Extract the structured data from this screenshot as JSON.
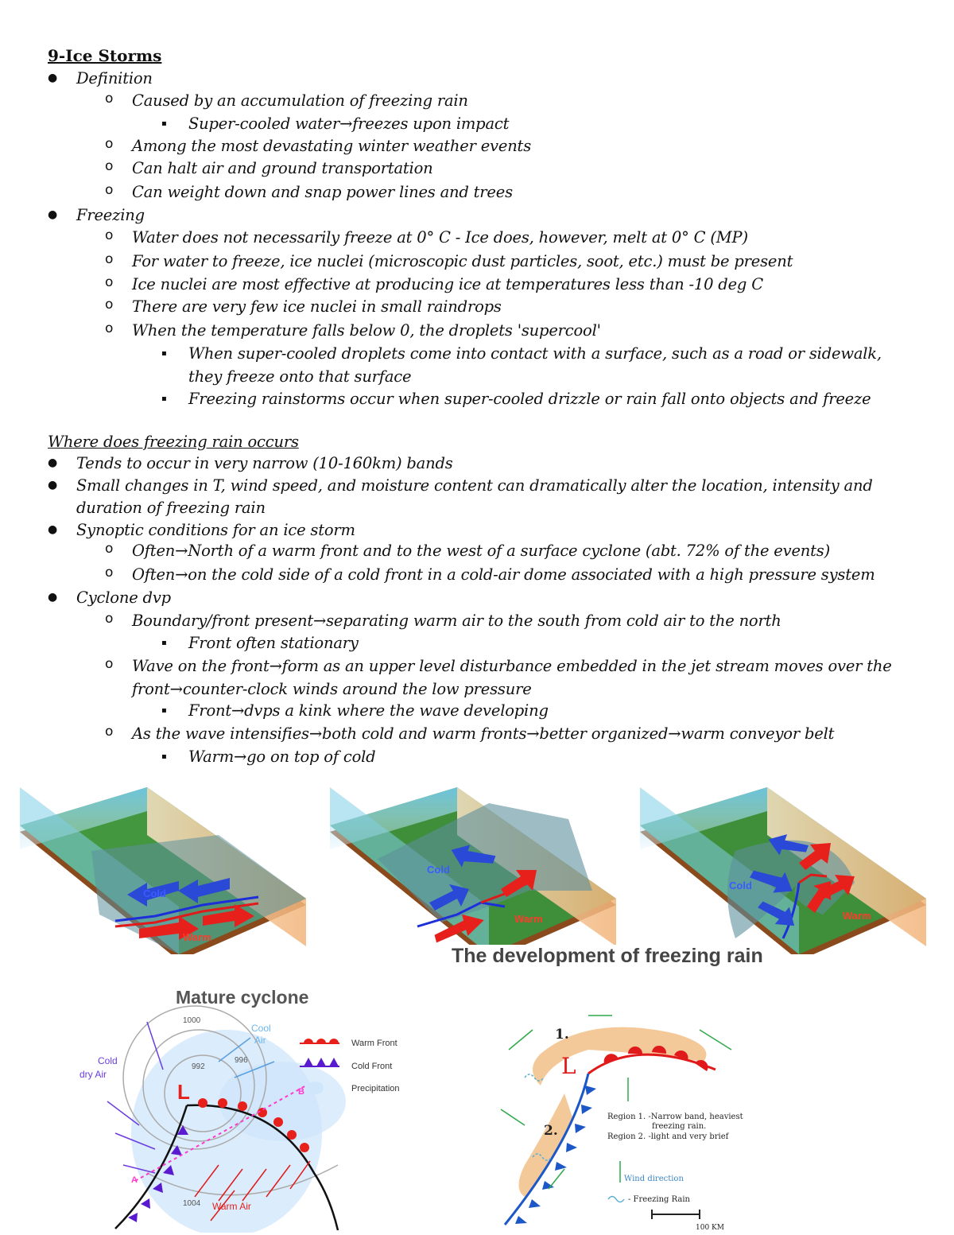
{
  "title": "9-Ice Storms",
  "lines": [
    {
      "level": 1,
      "text": "Definition"
    },
    {
      "level": 2,
      "text": "Caused by an accumulation of freezing rain"
    },
    {
      "level": 3,
      "text": "Super-cooled water→freezes upon impact"
    },
    {
      "level": 2,
      "text": "Among the most devastating winter weather events"
    },
    {
      "level": 2,
      "text": "Can halt air and ground transportation"
    },
    {
      "level": 2,
      "text": "Can weight down and snap power lines and trees"
    },
    {
      "level": 1,
      "text": "Freezing"
    },
    {
      "level": 2,
      "text": "Water does not necessarily freeze at 0° C - Ice does, however, melt at 0° C (MP)"
    },
    {
      "level": 2,
      "text": "For water to freeze, ice nuclei (microscopic dust particles, soot, etc.) must be present"
    },
    {
      "level": 2,
      "text": "Ice nuclei are most effective at producing ice at temperatures less than -10 deg C"
    },
    {
      "level": 2,
      "text": "There are very few ice nuclei in small raindrops"
    },
    {
      "level": 2,
      "text": "When the temperature falls below 0, the droplets 'supercool'"
    },
    {
      "level": 3,
      "text": "When super-cooled droplets come into contact with a surface, such as a road or sidewalk,"
    },
    {
      "level": 0,
      "text": "they freeze onto that surface"
    },
    {
      "level": 3,
      "text": "Freezing rainstorms occur when super-cooled drizzle or rain fall onto objects and freeze"
    },
    {
      "level": -1,
      "text": "Where does freezing rain occurs"
    },
    {
      "level": 1,
      "text": "Tends to occur in very narrow (10-160km) bands"
    },
    {
      "level": 1,
      "text": "Small changes in T, wind speed, and moisture content can dramatically alter the location, intensity and"
    },
    {
      "level": 0,
      "text": "duration of freezing rain"
    },
    {
      "level": 1,
      "text": "Synoptic conditions for an ice storm"
    },
    {
      "level": 2,
      "text": "Often→North of a warm front and to the west of a surface cyclone (abt. 72% of the events)"
    },
    {
      "level": 2,
      "text": "Often→on the cold side of a cold front in a cold-air dome associated with a high pressure system"
    },
    {
      "level": 1,
      "text": "Cyclone dvp"
    },
    {
      "level": 2,
      "text": "Boundary/front present→separating warm air to the south from cold air to the north"
    },
    {
      "level": 3,
      "text": "Front often stationary"
    },
    {
      "level": 2,
      "text": "Wave on the front→form as an upper level disturbance embedded in the jet stream moves over the"
    },
    {
      "level": 0,
      "text": "front→counter-clock winds around the low pressure"
    },
    {
      "level": 3,
      "text": "Front→dvps a kink where the wave developing"
    },
    {
      "level": 2,
      "text": "As the wave intensifies→both cold and warm fronts→better organized→warm conveyor belt"
    },
    {
      "level": 3,
      "text": "Warm→go on top of cold"
    }
  ],
  "bullets": {
    "l1": "●",
    "l2": "o",
    "l3": "▪"
  },
  "blocks": {
    "cold": "Cold",
    "warm": "Warm",
    "caption": "The development of freezing rain"
  },
  "mature": {
    "title": "Mature cyclone",
    "iso": [
      "1000",
      "992",
      "996",
      "1004"
    ],
    "cool_air": [
      "Cool",
      "Air"
    ],
    "cold_air": [
      "Cold",
      "dry Air"
    ],
    "warm_air": "Warm Air",
    "low": "L",
    "pt_a": "A",
    "pt_b": "B",
    "legend": {
      "warm": "Warm Front",
      "cold": "Cold Front",
      "precip": "Precipitation"
    }
  },
  "regions": {
    "low": "L",
    "r1": "1.",
    "r2": "2.",
    "desc1": "Region 1. -Narrow band, heaviest",
    "desc1b": "freezing rain.",
    "desc2": "Region 2. -light and very brief",
    "wind": "Wind direction",
    "frz": "- Freezing Rain",
    "scale": "100 KM"
  },
  "colors": {
    "cold": "#2a49d6",
    "warm": "#e8201c",
    "ground": "#3f8f3a",
    "soil": "#8a4a1c",
    "band": "#f4c99a"
  }
}
